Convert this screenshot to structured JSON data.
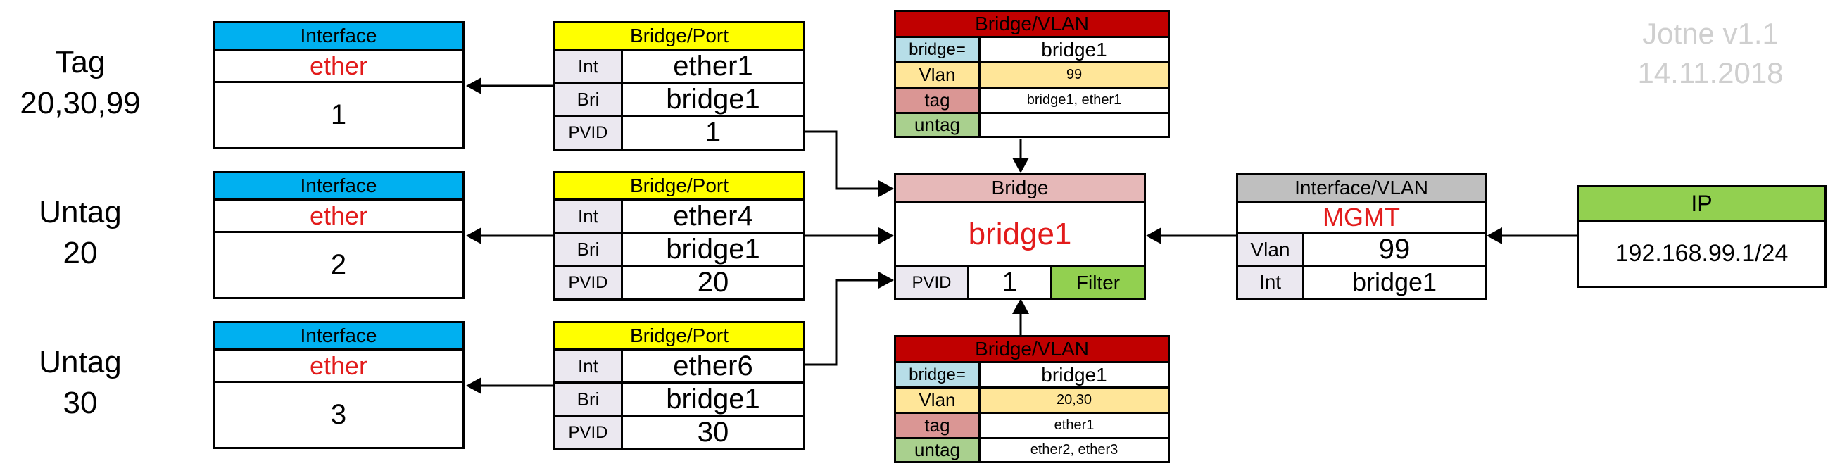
{
  "watermark": {
    "line1": "Jotne  v1.1",
    "line2": "14.11.2018"
  },
  "colors": {
    "interface_header": "#00b0f0",
    "bridge_port_header": "#ffff00",
    "bridge_vlan_header": "#c00000",
    "bridge_header": "#e6b8b8",
    "interface_vlan_header": "#bfbfbf",
    "ip_header": "#92d050",
    "label_cell": "#ebe8f0",
    "bridge_eq": "#b7dee8",
    "vlan_row": "#ffe699",
    "tag_row": "#da9694",
    "untag_row": "#a9d08e",
    "filter": "#92d050",
    "accent_text": "#e21b1b"
  },
  "ports": [
    {
      "mode_line1": "Tag",
      "mode_line2": "20,30,99",
      "interface": {
        "header": "Interface",
        "name": "ether",
        "number": "1"
      },
      "bridge_port": {
        "header": "Bridge/Port",
        "rows": [
          {
            "label": "Int",
            "value": "ether1"
          },
          {
            "label": "Bri",
            "value": "bridge1"
          },
          {
            "label": "PVID",
            "value": "1"
          }
        ]
      }
    },
    {
      "mode_line1": "Untag",
      "mode_line2": "20",
      "interface": {
        "header": "Interface",
        "name": "ether",
        "number": "2"
      },
      "bridge_port": {
        "header": "Bridge/Port",
        "rows": [
          {
            "label": "Int",
            "value": "ether4"
          },
          {
            "label": "Bri",
            "value": "bridge1"
          },
          {
            "label": "PVID",
            "value": "20"
          }
        ]
      }
    },
    {
      "mode_line1": "Untag",
      "mode_line2": "30",
      "interface": {
        "header": "Interface",
        "name": "ether",
        "number": "3"
      },
      "bridge_port": {
        "header": "Bridge/Port",
        "rows": [
          {
            "label": "Int",
            "value": "ether6"
          },
          {
            "label": "Bri",
            "value": "bridge1"
          },
          {
            "label": "PVID",
            "value": "30"
          }
        ]
      }
    }
  ],
  "bridge_vlan_top": {
    "header": "Bridge/VLAN",
    "rows": [
      {
        "label": "bridge=",
        "value": "bridge1"
      },
      {
        "label": "Vlan",
        "value": "99"
      },
      {
        "label": "tag",
        "value": "bridge1, ether1"
      },
      {
        "label": "untag",
        "value": ""
      }
    ]
  },
  "bridge_vlan_bottom": {
    "header": "Bridge/VLAN",
    "rows": [
      {
        "label": "bridge=",
        "value": "bridge1"
      },
      {
        "label": "Vlan",
        "value": "20,30"
      },
      {
        "label": "tag",
        "value": "ether1"
      },
      {
        "label": "untag",
        "value": "ether2, ether3"
      }
    ]
  },
  "bridge": {
    "header": "Bridge",
    "name": "bridge1",
    "pvid_label": "PVID",
    "pvid_value": "1",
    "filter_label": "Filter"
  },
  "interface_vlan": {
    "header": "Interface/VLAN",
    "name": "MGMT",
    "rows": [
      {
        "label": "Vlan",
        "value": "99"
      },
      {
        "label": "Int",
        "value": "bridge1"
      }
    ]
  },
  "ip": {
    "header": "IP",
    "address": "192.168.99.1/24"
  }
}
